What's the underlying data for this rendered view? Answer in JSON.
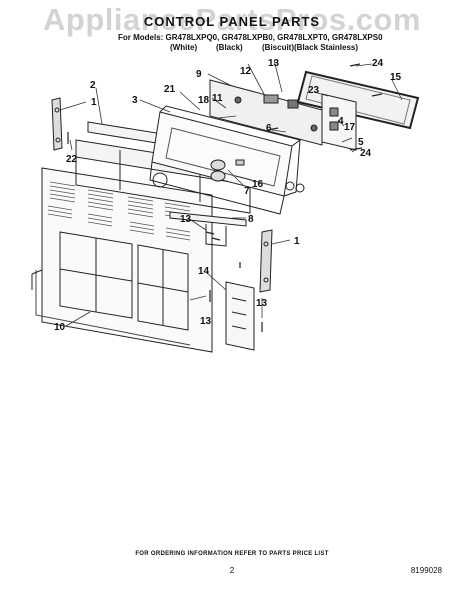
{
  "watermark": "AppliancePartsPros.com",
  "header": {
    "title": "CONTROL PANEL PARTS",
    "models_line": "For Models: GR478LXPQ0, GR478LXPB0, GR478LXPT0, GR478LXPS0",
    "colors": [
      "(White)",
      "(Black)",
      "(Biscuit)",
      "(Black Stainless)"
    ]
  },
  "callouts": [
    "1",
    "2",
    "3",
    "4",
    "5",
    "6",
    "7",
    "8",
    "9",
    "10",
    "11",
    "12",
    "13",
    "14",
    "15",
    "16",
    "17",
    "18",
    "21",
    "22",
    "23",
    "24"
  ],
  "footer": {
    "ordering_note": "FOR ORDERING INFORMATION REFER TO PARTS PRICE LIST",
    "page_number": "2",
    "document_number": "8199028"
  }
}
